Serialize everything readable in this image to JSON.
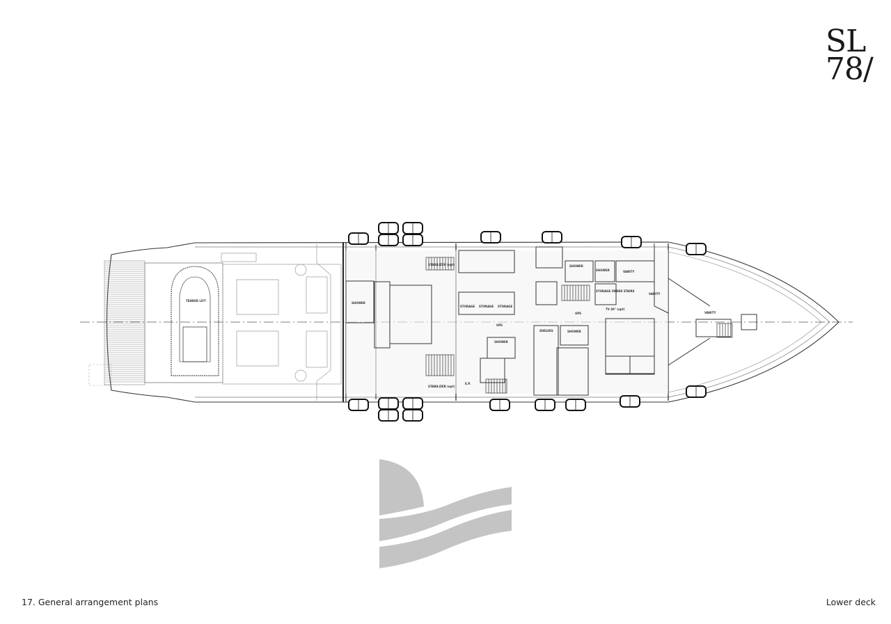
{
  "logo": {
    "line1": "SL",
    "line2": "78/"
  },
  "footer": {
    "section": "17.  General arrangement plans",
    "deck": "Lower deck"
  },
  "plan": {
    "labels": {
      "tender_lift": "TENDER LIFT",
      "shower_1": "SHOWER",
      "shower_2": "SHOWER",
      "shower_3": "SHOWER",
      "shower_4": "SHOWER",
      "shower_5": "SHOWER",
      "storage_1": "STORAGE",
      "storage_2": "STORAGE",
      "storage_3": "STORAGE",
      "storage_under_stairs": "STORAGE UNDER STAIRS",
      "shelves": "SHELVES",
      "vanity_1": "VANITY",
      "vanity_2": "VANITY",
      "vanity_3": "VANITY",
      "tv": "TV 40\" (opt)",
      "stabilizer_top": "STABILIZER (opt)",
      "stabilizer_bottom": "STABILIZER (opt)",
      "ups_1": "UPS",
      "ups_2": "UPS",
      "ep": "E.P."
    },
    "colors": {
      "line": "#2a2a2a",
      "light": "#9a9a9a",
      "logo": "#c4c4c4"
    }
  }
}
